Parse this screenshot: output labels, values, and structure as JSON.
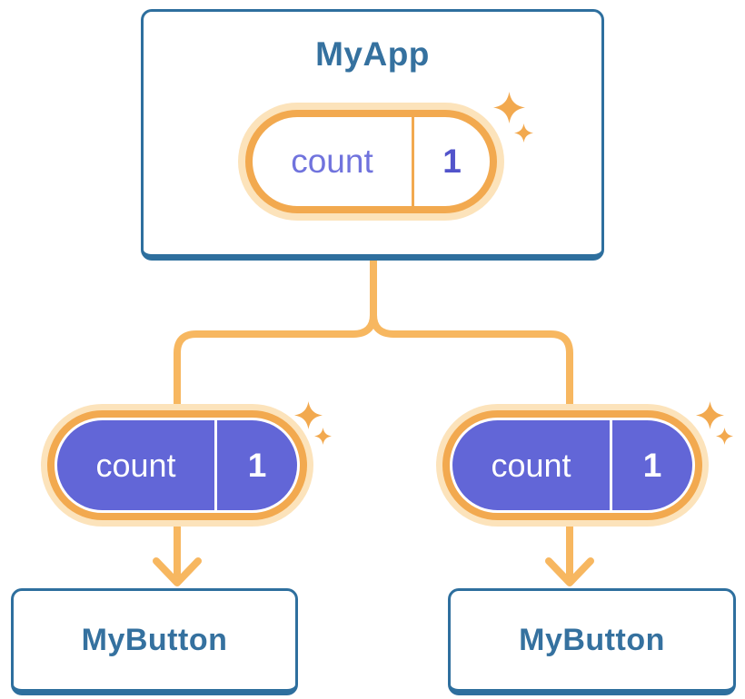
{
  "diagram": {
    "root": {
      "title": "MyApp",
      "state": {
        "name": "count",
        "value": "1"
      }
    },
    "children": [
      {
        "title": "MyButton",
        "state": {
          "name": "count",
          "value": "1"
        }
      },
      {
        "title": "MyButton",
        "state": {
          "name": "count",
          "value": "1"
        }
      }
    ],
    "icons": {
      "sparkle": "4-point-star"
    },
    "colors": {
      "card_border_blue": "#2E6F9E",
      "title_text_blue": "#35719F",
      "connector_orange": "#F7B760",
      "pill_ring_orange": "#F2A94F",
      "pill_halo_peach": "#FCE3BB",
      "pill_fill_purple": "#6266D7",
      "state_name_purple": "#7073DD",
      "state_value_purple": "#5254CB"
    }
  }
}
